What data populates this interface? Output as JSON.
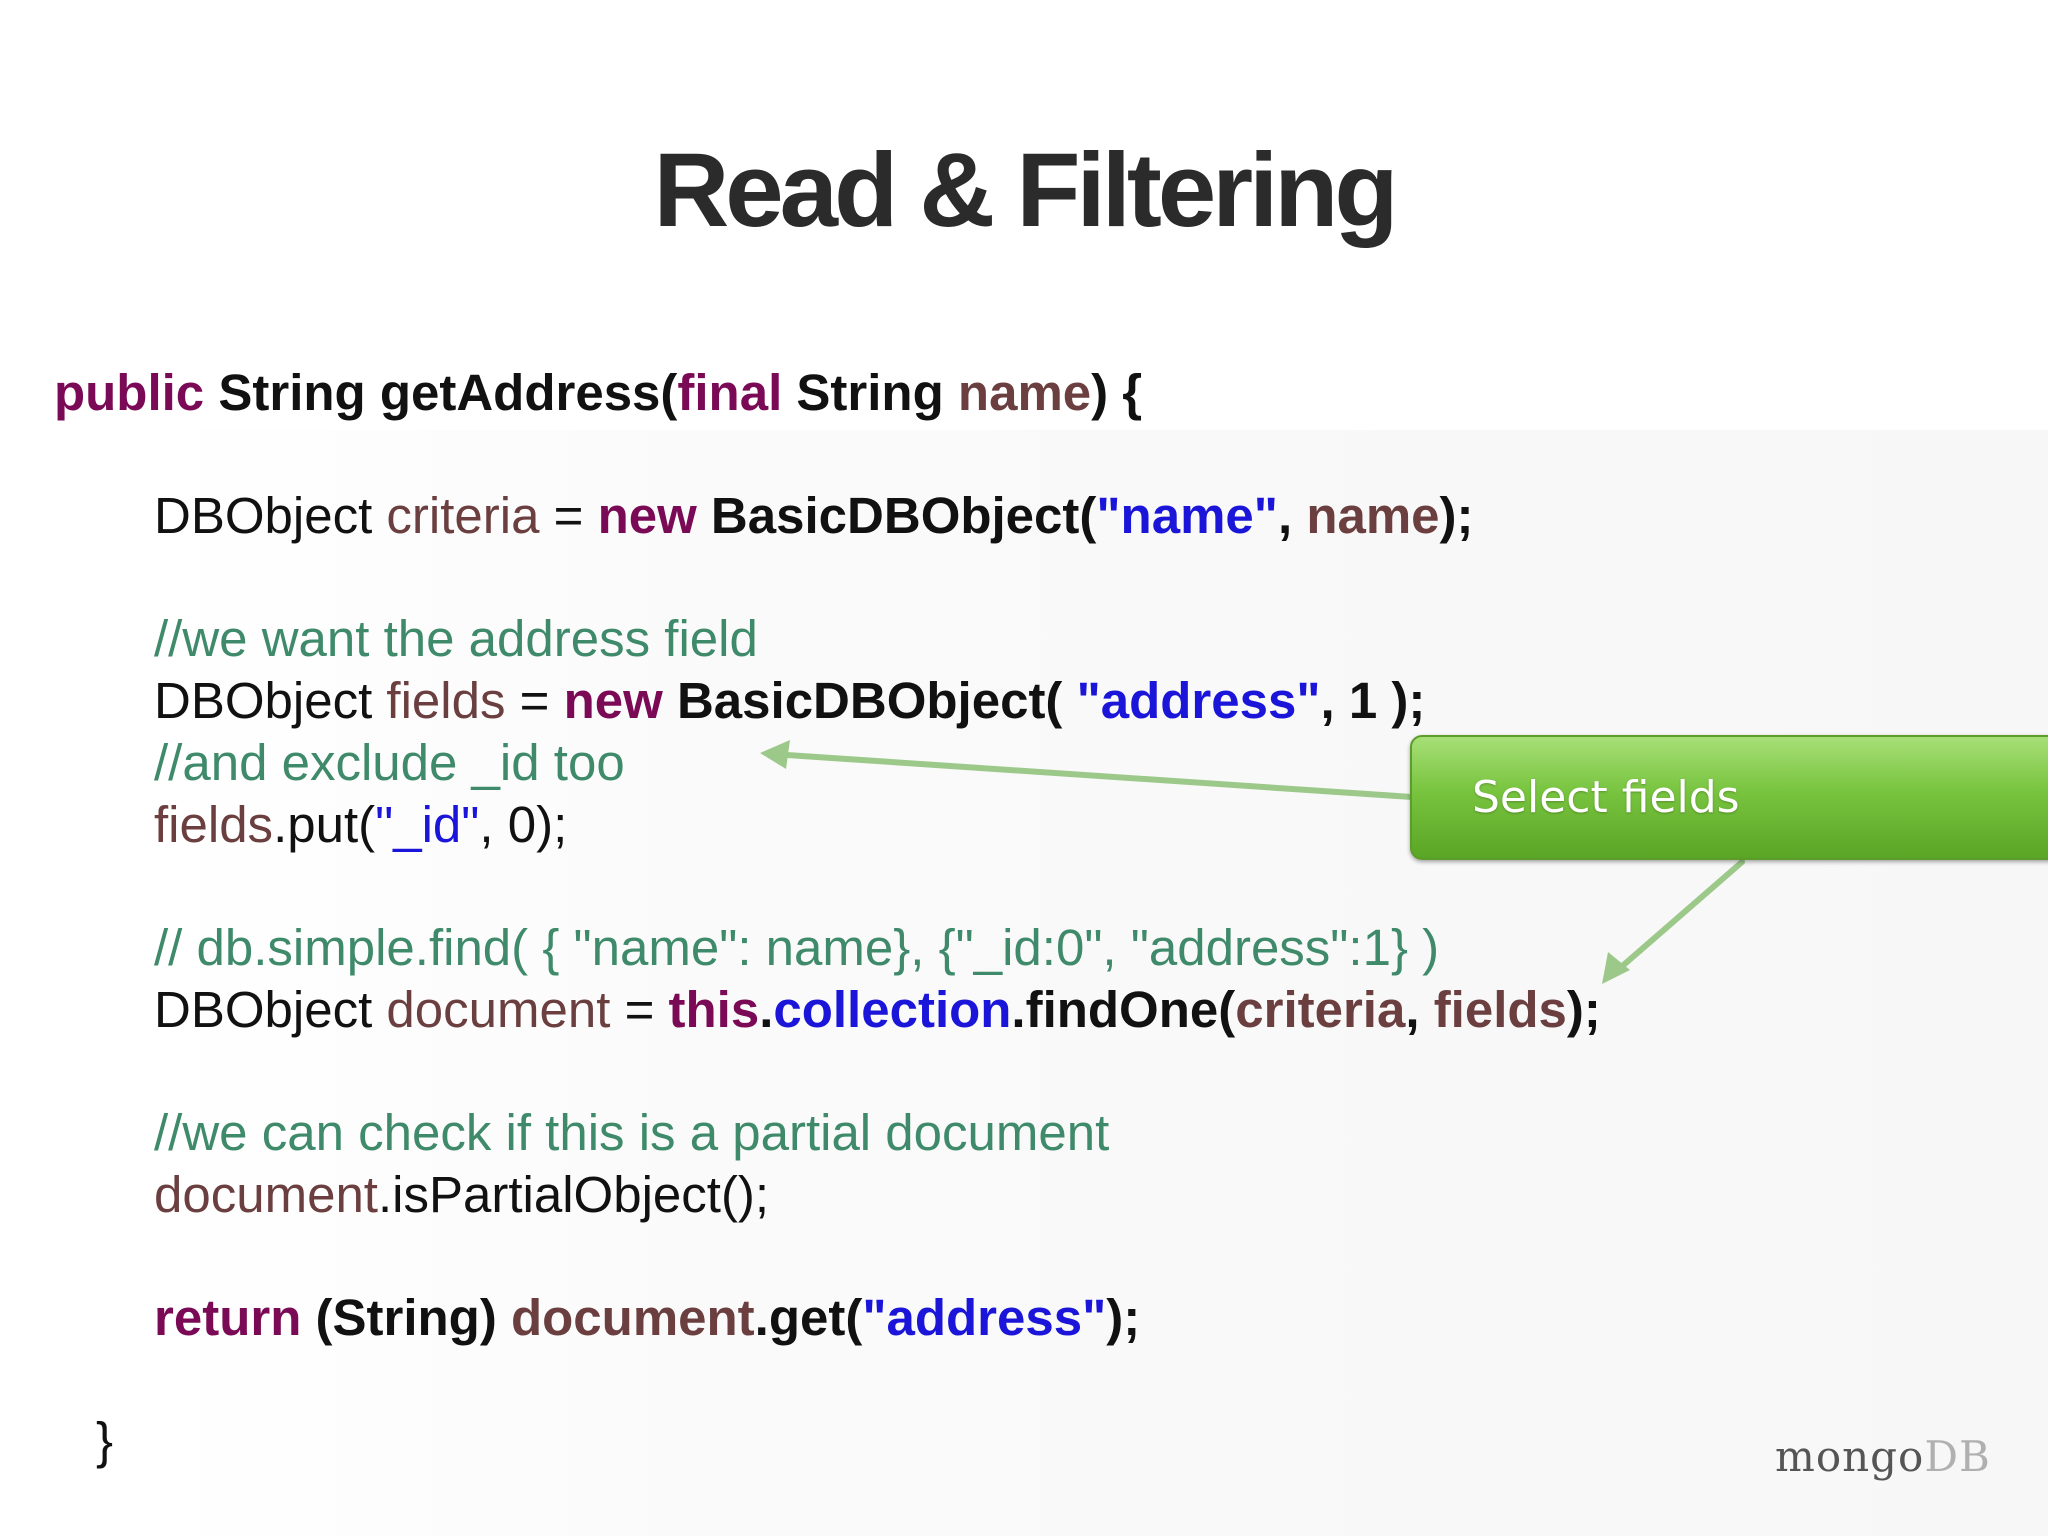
{
  "slide": {
    "title": "Read & Filtering",
    "callout": "Select fields",
    "logo": {
      "mongo": "mongo",
      "db": "DB"
    }
  },
  "code": {
    "l1": {
      "public": "public",
      "string1": " String ",
      "method": "getAddress(",
      "final": "final",
      "string2": " String ",
      "param": "name",
      "end": ") {"
    },
    "l2": {
      "type": "DBObject ",
      "var": "criteria",
      "eq": " = ",
      "new": "new",
      "ctor": " BasicDBObject(",
      "str": "\"name\"",
      "comma": ", ",
      "arg": "name",
      "end": ");"
    },
    "l3": {
      "comment": "//we want the address field"
    },
    "l4": {
      "type": "DBObject ",
      "var": "fields",
      "eq": " = ",
      "new": "new",
      "ctor": " BasicDBObject( ",
      "str": "\"address\"",
      "end": ", 1 );"
    },
    "l5": {
      "comment": "//and exclude _id too"
    },
    "l6": {
      "var": "fields",
      "call": ".put(",
      "str": "\"_id\"",
      "end": ", 0);"
    },
    "l7": {
      "comment": "// db.simple.find( { \"name\": name}, {\"_id:0\", \"address\":1} )"
    },
    "l8": {
      "type": "DBObject ",
      "var": "document",
      "eq": " = ",
      "this": "this",
      "dot": ".",
      "field": "collection",
      "call": ".findOne(",
      "arg1": "criteria",
      "comma": ", ",
      "arg2": "fields",
      "end": ");"
    },
    "l9": {
      "comment": "//we can check if this is a partial document"
    },
    "l10": {
      "var": "document",
      "call": ".isPartialObject();"
    },
    "l11": {
      "return": "return",
      "cast": " (String) ",
      "var": "document",
      "call": ".get(",
      "str": "\"address\"",
      "end": ");"
    },
    "l12": {
      "brace": "}"
    }
  },
  "colors": {
    "keyword": "#7a0a55",
    "variable": "#6b3f3f",
    "string": "#1a15d8",
    "comment": "#3f8a6a",
    "callout_green": "#78c43f"
  }
}
